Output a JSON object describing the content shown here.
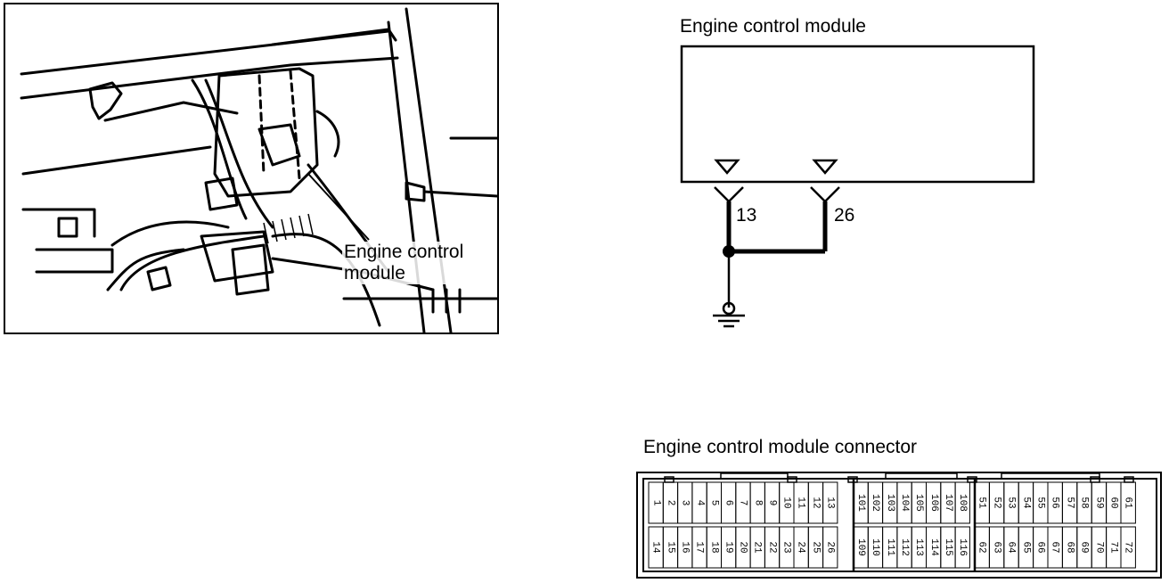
{
  "photo": {
    "callout_line1": "Engine control",
    "callout_line2": "module"
  },
  "schematic": {
    "module_title": "Engine control module",
    "pin_a": "13",
    "pin_b": "26",
    "ground_icon": "ground-symbol-icon"
  },
  "connector": {
    "title": "Engine control module connector",
    "group1_top": [
      "1",
      "2",
      "3",
      "4",
      "5",
      "6",
      "7",
      "8",
      "9",
      "10",
      "11",
      "12",
      "13"
    ],
    "group1_bottom": [
      "14",
      "15",
      "16",
      "17",
      "18",
      "19",
      "20",
      "21",
      "22",
      "23",
      "24",
      "25",
      "26"
    ],
    "group2_top": [
      "101",
      "102",
      "103",
      "104",
      "105",
      "106",
      "107",
      "108"
    ],
    "group2_bottom": [
      "109",
      "110",
      "111",
      "112",
      "113",
      "114",
      "115",
      "116"
    ],
    "group3_top": [
      "51",
      "52",
      "53",
      "54",
      "55",
      "56",
      "57",
      "58",
      "59",
      "60",
      "61"
    ],
    "group3_bottom": [
      "62",
      "63",
      "64",
      "65",
      "66",
      "67",
      "68",
      "69",
      "70",
      "71",
      "72"
    ]
  }
}
